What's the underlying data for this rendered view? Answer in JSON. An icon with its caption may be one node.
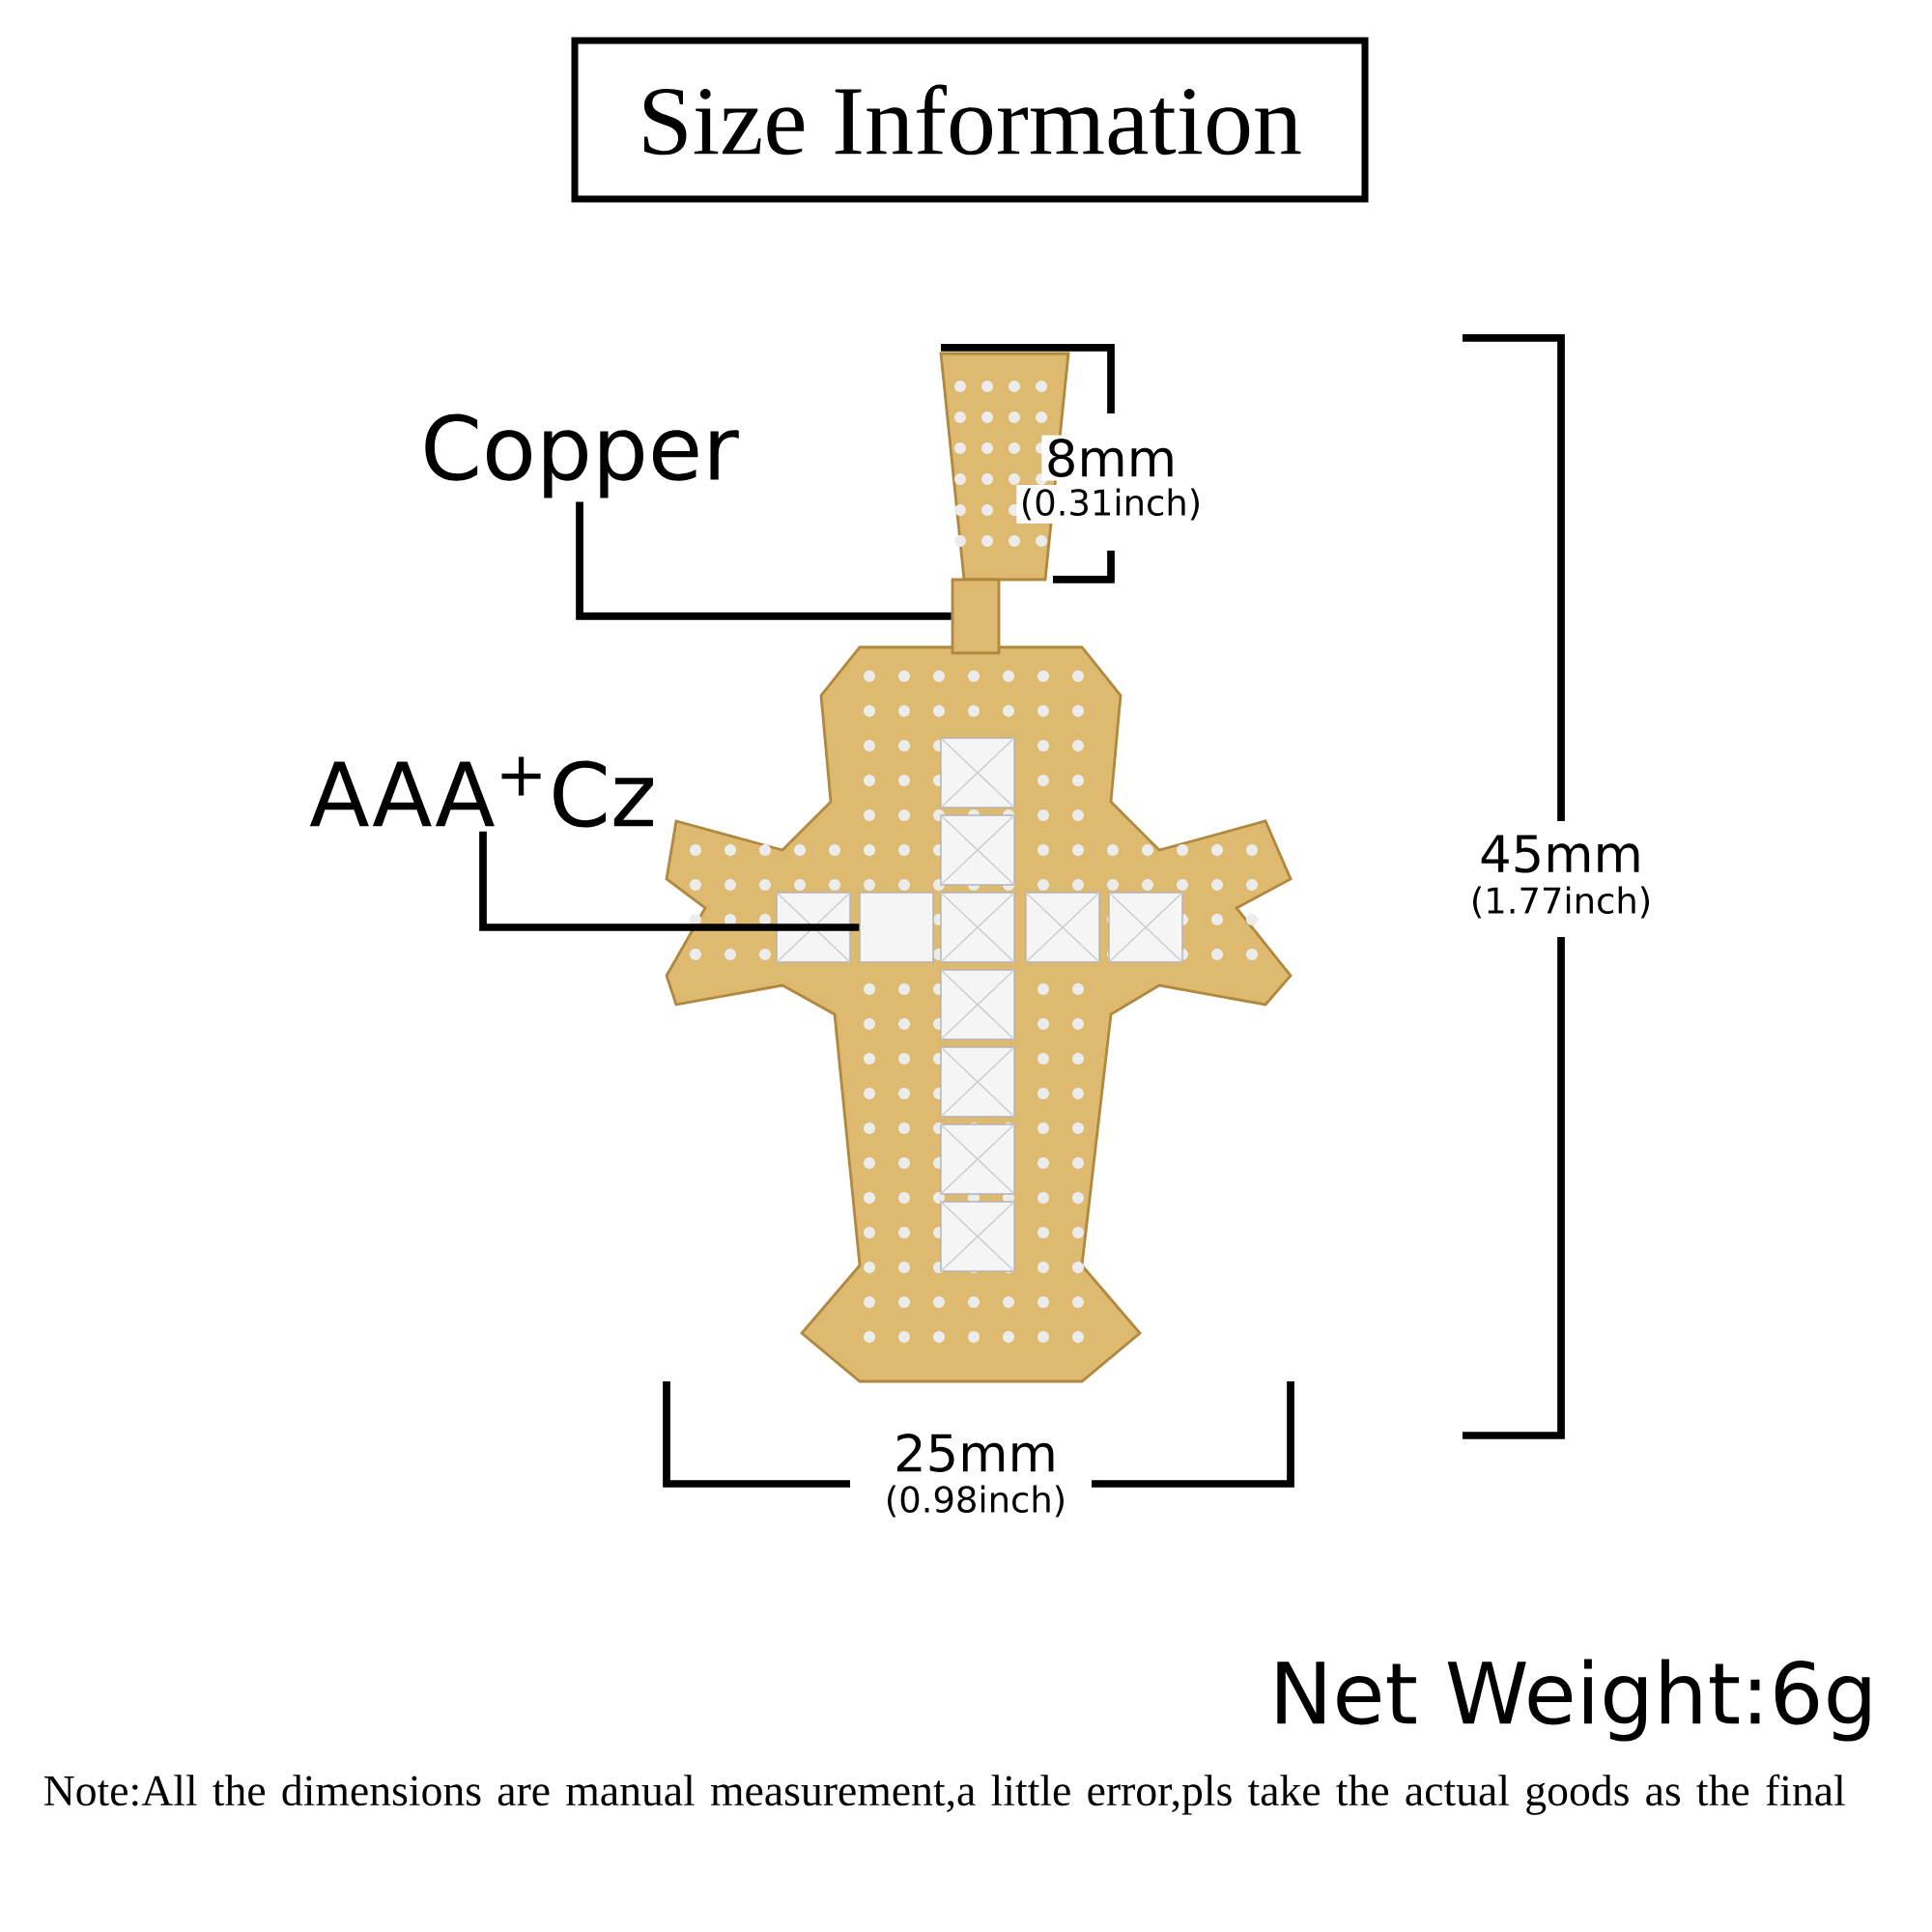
{
  "diagram": {
    "nodes": [
      {
        "text": [
          "Size Information"
        ]
      },
      {
        "text": [
          "Copper"
        ]
      },
      {
        "text": [],
        "shape": "box"
      },
      {
        "text": [
          "AAA$^{+}$Cz"
        ]
      },
      {
        "text": [],
        "shape": "box"
      }
    ],
    "edges": [
      {
        "from": 1,
        "to": 2,
        "arrow": "none"
      },
      {
        "from": 3,
        "to": 4,
        "arrow": "none"
      }
    ],
    "labels": [
      "8mm",
      "(0.31inch)",
      "45mm",
      "(1.77inch)",
      "25mm",
      "(0.98inch)",
      "Net Weight:6g",
      "Note:All the dimensions are manual measurement,a little error,pls take the actual goods as the final"
    ]
  }
}
